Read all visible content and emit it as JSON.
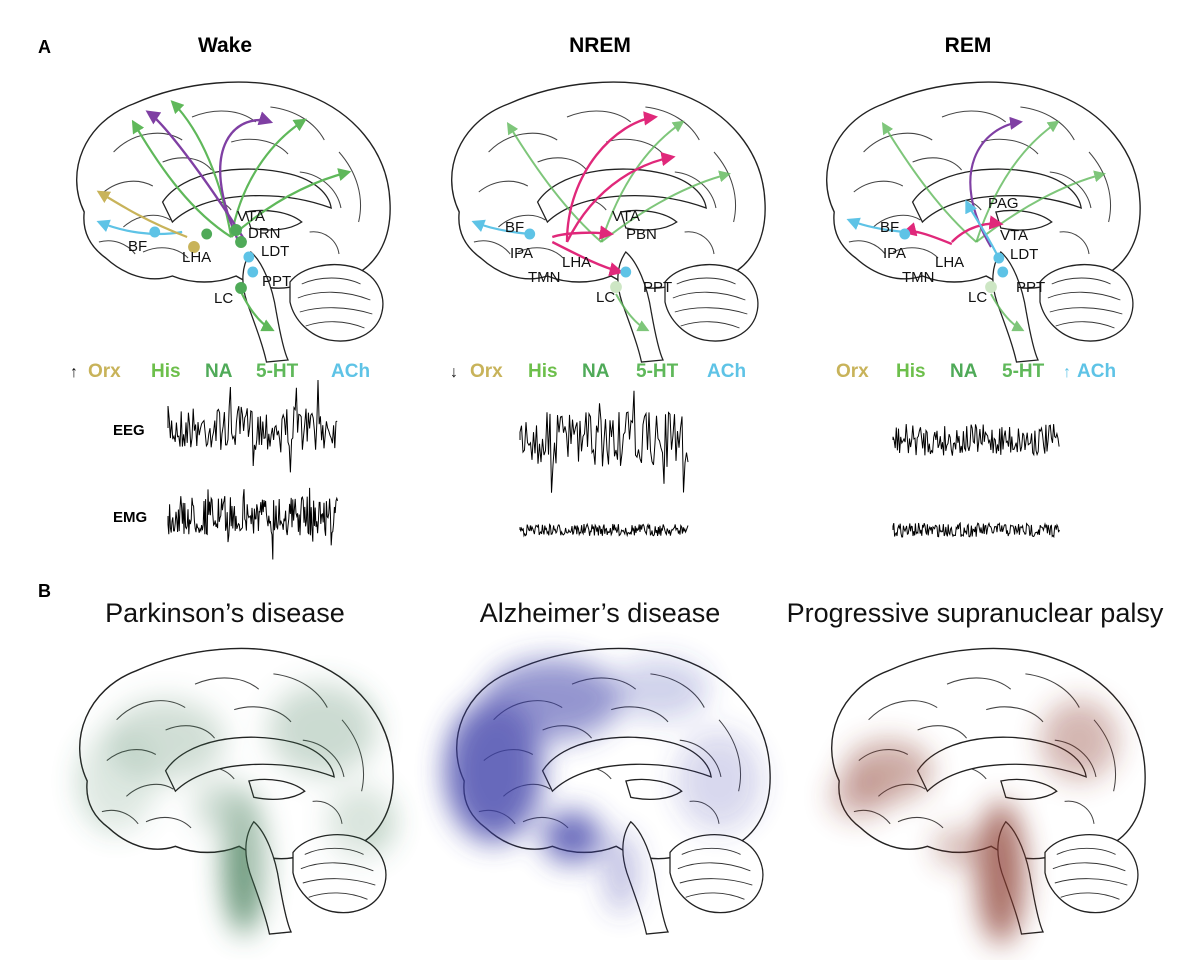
{
  "panel_a": {
    "label": "A",
    "colors": {
      "orx": "#c8b35a",
      "his": "#6dbf4b",
      "na": "#4faa58",
      "serotonin": "#5fb85a",
      "ach": "#5ec3e6",
      "da": "#7f3fa3",
      "gaba": "#e0287a"
    },
    "states": [
      {
        "title": "Wake",
        "regions": [
          "BF",
          "VTA",
          "DRN",
          "LDT",
          "LHA",
          "PPT",
          "LC"
        ],
        "arrow": "↑",
        "neurotransmitters": [
          "Orx",
          "His",
          "NA",
          "5-HT",
          "ACh"
        ],
        "traces": [
          "EEG",
          "EMG"
        ]
      },
      {
        "title": "NREM",
        "regions": [
          "BF",
          "VTA",
          "PBN",
          "IPA",
          "LHA",
          "TMN",
          "LC",
          "PPT"
        ],
        "arrow": "↓",
        "neurotransmitters": [
          "Orx",
          "His",
          "NA",
          "5-HT",
          "ACh"
        ]
      },
      {
        "title": "REM",
        "regions": [
          "BF",
          "PAG",
          "VTA",
          "IPA",
          "LHA",
          "LDT",
          "TMN",
          "LC",
          "PPT"
        ],
        "arrow": "↑",
        "neurotransmitters": [
          "Orx",
          "His",
          "NA",
          "5-HT",
          "ACh"
        ]
      }
    ]
  },
  "panel_b": {
    "label": "B",
    "diseases": [
      {
        "title": "Parkinson’s disease",
        "color": "#3f7a55"
      },
      {
        "title": "Alzheimer’s disease",
        "color": "#3d3fa8"
      },
      {
        "title": "Progressive supranuclear palsy",
        "color": "#8a3a2e"
      }
    ]
  }
}
